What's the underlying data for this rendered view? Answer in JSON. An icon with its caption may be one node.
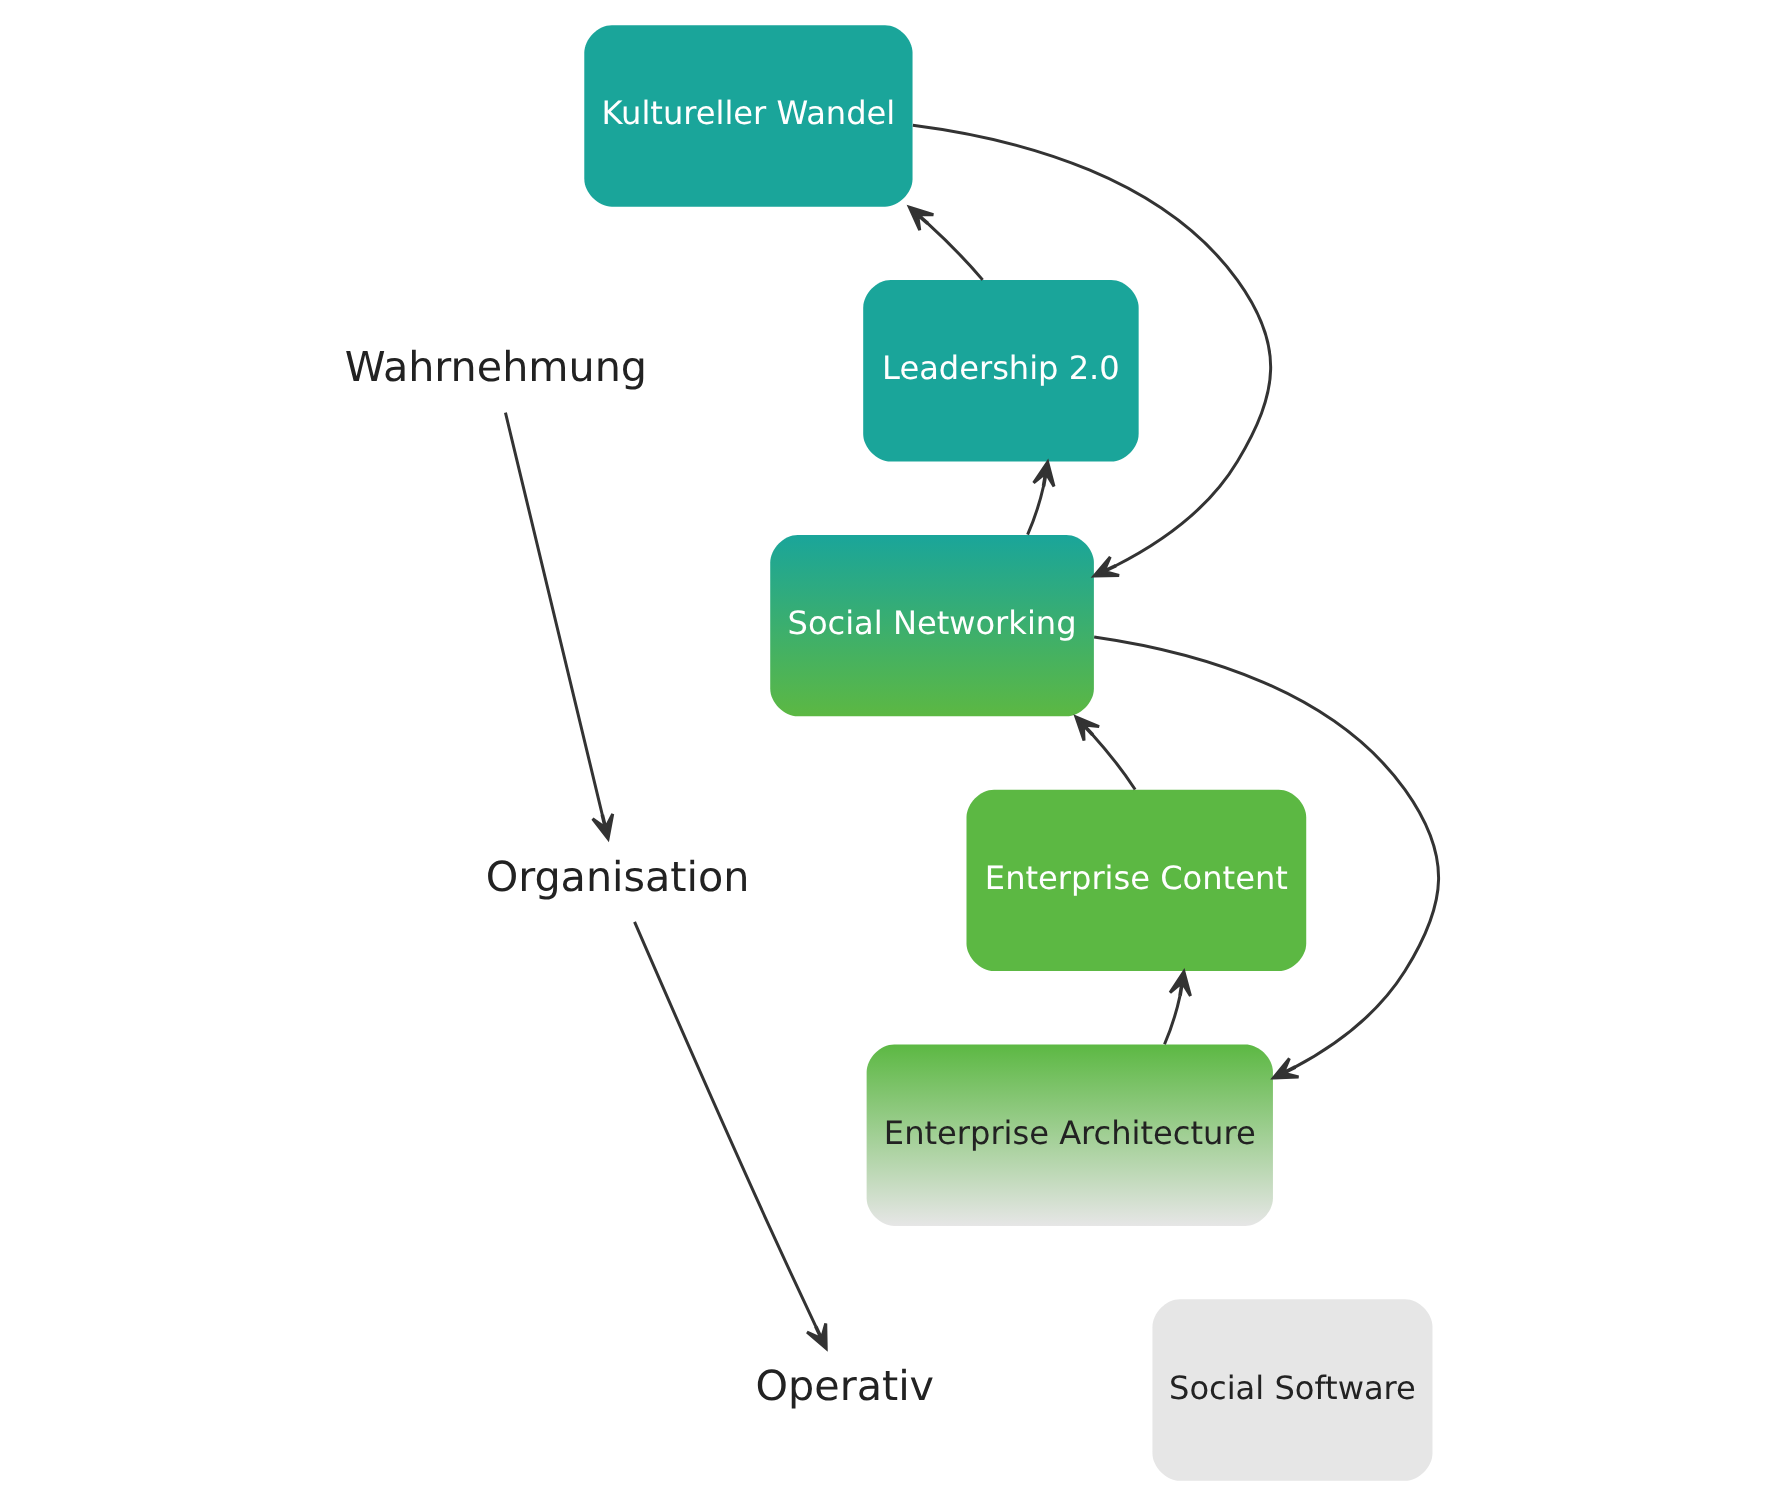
{
  "diagram": {
    "nodes": [
      {
        "text": [
          "Wahrnehmung"
        ]
      },
      {
        "text": [
          "Organisation"
        ]
      },
      {
        "text": [
          "Operativ"
        ]
      },
      {
        "text": [
          "Kultureller Wandel"
        ]
      },
      {
        "text": [
          "Leadership 2.0"
        ]
      },
      {
        "text": [
          "Social Networking"
        ]
      },
      {
        "text": [
          "Enterprise Content"
        ]
      },
      {
        "text": [
          "Enterprise Architecture"
        ]
      },
      {
        "text": [
          "Social Software"
        ]
      }
    ],
    "edges": [
      {
        "from": 0,
        "to": 1,
        "arrow": "to"
      },
      {
        "from": 1,
        "to": 2,
        "arrow": "to"
      },
      {
        "from": 3,
        "to": 5,
        "arrow": "to"
      },
      {
        "from": 5,
        "to": 4,
        "arrow": "to"
      },
      {
        "from": 4,
        "to": 3,
        "arrow": "to"
      },
      {
        "from": 5,
        "to": 7,
        "arrow": "to"
      },
      {
        "from": 7,
        "to": 6,
        "arrow": "to"
      },
      {
        "from": 6,
        "to": 5,
        "arrow": "to"
      }
    ]
  }
}
